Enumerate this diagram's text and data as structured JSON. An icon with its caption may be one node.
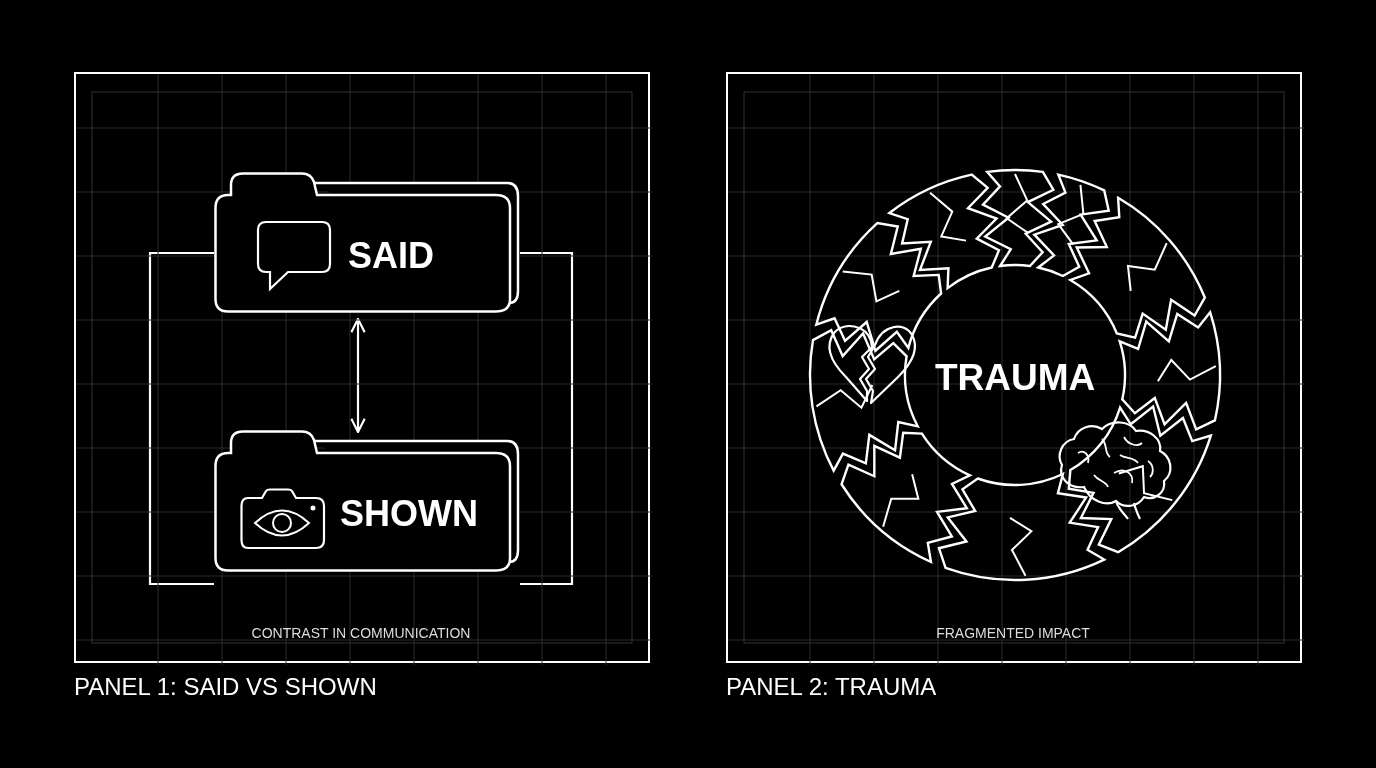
{
  "diagram": {
    "nodes": [
      {
        "text": [
          "CONTRAST IN COMMUNICATION",
          "PANEL 1: SAID VS SHOWN"
        ]
      },
      {
        "text": [
          "SAID"
        ],
        "in": 0
      },
      {
        "text": [
          "SHOWN"
        ],
        "in": 0
      },
      {
        "text": [
          "FRAGMENTED IMPACT",
          "PANEL 2: TRAUMA"
        ]
      },
      {
        "text": [
          "TRAUMA"
        ],
        "in": 3
      }
    ],
    "edges": [
      {
        "from": 1,
        "to": 2,
        "arrow": "both"
      },
      {
        "from": 1,
        "to": 2,
        "arrow": "none"
      },
      {
        "from": 1,
        "to": 2,
        "arrow": "none"
      }
    ]
  }
}
